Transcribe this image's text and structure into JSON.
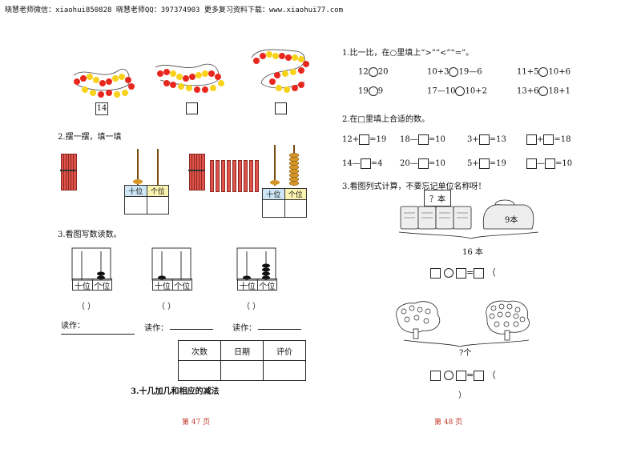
{
  "header": {
    "text": "晓慧老师微信：xiaohui850828 晓慧老师QQ：397374903 更多复习资料下载：www.xiaohui77.com"
  },
  "left": {
    "beads_answer": "14",
    "q2_title": "2.摆一摆，填一填",
    "tens_label": "十位",
    "ones_label": "个位",
    "q3_title": "3.看图写数读数。",
    "paren": "（      ）",
    "read_label": "读作：",
    "eval_headers": [
      "次数",
      "日期",
      "评价"
    ],
    "section_title": "3.十几加几和相应的减法",
    "page_num": "第 47 页"
  },
  "right": {
    "q1_title": "1.比一比，在○里填上“>”“<”“=”。",
    "compare_rows": [
      [
        "12",
        "20",
        "10+3",
        "19—6",
        "11+5",
        "10+6"
      ],
      [
        "19",
        "9",
        "17—10",
        "10+2",
        "13+6",
        "18+1"
      ]
    ],
    "q2_title": "2.在□里填上合适的数。",
    "fill_rows": [
      [
        "12+",
        "=19",
        "18—",
        "=10",
        "3+",
        "=13",
        "+",
        "=18"
      ],
      [
        "14—",
        "=4",
        "20—",
        "=10",
        "5+",
        "=19",
        "—",
        "=10"
      ]
    ],
    "q3_title": "3.看图列式计算，不要忘记单位名称呀！",
    "books_unknown": "？本",
    "books_known": "9本",
    "books_total": "16 本",
    "apples_total": "?个",
    "paren_open": "（",
    "paren_close": "）",
    "page_num": "第 48 页"
  },
  "colors": {
    "bead_red": "#e8281e",
    "bead_yellow": "#f7d21b",
    "stick_red": "#e0524a",
    "page_num": "#c0392b",
    "tens_bg": "#cfe6f7",
    "ones_bg": "#fbf3b0"
  }
}
